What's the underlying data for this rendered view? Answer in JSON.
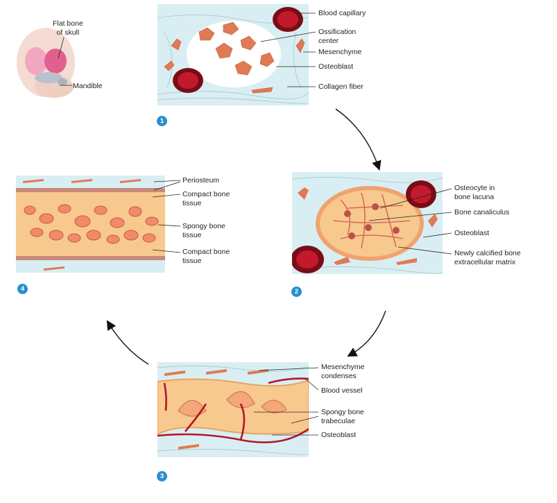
{
  "head_labels": {
    "flat_bone": [
      "Flat bone",
      "of skull"
    ],
    "mandible": "Mandible"
  },
  "step1": {
    "number": "1",
    "labels": {
      "blood_capillary": "Blood capillary",
      "ossification_center": [
        "Ossification",
        "center"
      ],
      "mesenchyme": "Mesenchyme",
      "osteoblast": "Osteoblast",
      "collagen_fiber": "Collagen fiber"
    }
  },
  "step2": {
    "number": "2",
    "labels": {
      "osteocyte": [
        "Osteocyte in",
        "bone lacuna"
      ],
      "bone_canaliculus": "Bone canaliculus",
      "osteoblast": "Osteoblast",
      "matrix": [
        "Newly calcified bone",
        "extracellular matrix"
      ]
    }
  },
  "step3": {
    "number": "3",
    "labels": {
      "mesenchyme_condenses": [
        "Mesenchyme",
        "condenses"
      ],
      "blood_vessel": "Blood vessel",
      "trabeculae": [
        "Spongy bone",
        "trabeculae"
      ],
      "osteoblast": "Osteoblast"
    }
  },
  "step4": {
    "number": "4",
    "labels": {
      "periosteum": "Periosteum",
      "compact_top": [
        "Compact bone",
        "tissue"
      ],
      "spongy": [
        "Spongy bone",
        "tissue"
      ],
      "compact_bottom": [
        "Compact bone",
        "tissue"
      ]
    }
  },
  "colors": {
    "step_badge": "#2a8fd0",
    "tissue_bg": "#d9eef3",
    "cell": "#e07a55",
    "blood": "#9e1020",
    "bone": "#f7c98e"
  }
}
